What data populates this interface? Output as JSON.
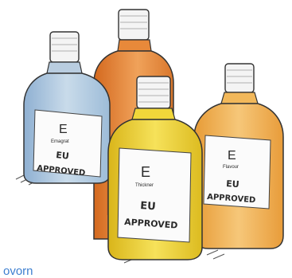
{
  "illustration": {
    "bottles": [
      {
        "id": "blue",
        "letter": "E",
        "small": "Emagrat",
        "label_line1": "EU",
        "label_line2": "APPROVED",
        "color": "#b9cde0"
      },
      {
        "id": "orange",
        "color": "#e8893a"
      },
      {
        "id": "yellow",
        "letter": "E",
        "small": "Thickner",
        "label_line1": "EU",
        "label_line2": "APPROVED",
        "color": "#f1d73a"
      },
      {
        "id": "amber",
        "letter": "E",
        "small": "Flavour",
        "label_line1": "EU",
        "label_line2": "APPROVED",
        "color": "#f2b85a"
      }
    ]
  },
  "caption": "ovorn"
}
